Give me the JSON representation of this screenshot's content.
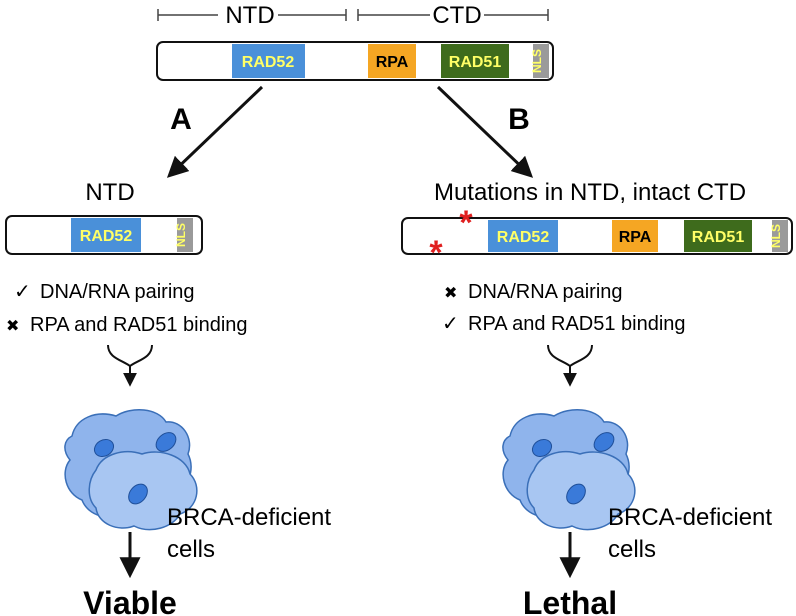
{
  "header": {
    "ntd_label": "NTD",
    "ctd_label": "CTD"
  },
  "full_protein": {
    "domains": {
      "rad52": {
        "label": "RAD52",
        "color": "#4a90d9",
        "text_color": "#ffff66"
      },
      "rpa": {
        "label": "RPA",
        "color": "#f5a623",
        "text_color": "#000000"
      },
      "rad51": {
        "label": "RAD51",
        "color": "#3e6b1c",
        "text_color": "#ffff66"
      },
      "nls": {
        "label": "NLS",
        "color": "#9a9a9a",
        "text_color": "#ffff66"
      }
    }
  },
  "paths": {
    "a": "A",
    "b": "B"
  },
  "left": {
    "title": "NTD",
    "domains": {
      "rad52": "RAD52",
      "nls": "NLS"
    },
    "checks": [
      {
        "mark": "✓",
        "text": "DNA/RNA pairing"
      },
      {
        "mark": "✖",
        "text": "RPA and RAD51 binding"
      }
    ],
    "cells_label": [
      "BRCA-deficient",
      "cells"
    ],
    "outcome": "Viable"
  },
  "right": {
    "title": "Mutations in NTD, intact CTD",
    "domains": {
      "rad52": "RAD52",
      "rpa": "RPA",
      "rad51": "RAD51",
      "nls": "NLS"
    },
    "mutation_marker": "*",
    "checks": [
      {
        "mark": "✖",
        "text": "DNA/RNA pairing"
      },
      {
        "mark": "✓",
        "text": "RPA and RAD51 binding"
      }
    ],
    "cells_label": [
      "BRCA-deficient",
      "cells"
    ],
    "outcome": "Lethal"
  },
  "colors": {
    "cell_fill": "#8fb4ec",
    "cell_stroke": "#3a6fb8",
    "nucleus": "#3a7ad9",
    "asterisk": "#e02020"
  }
}
